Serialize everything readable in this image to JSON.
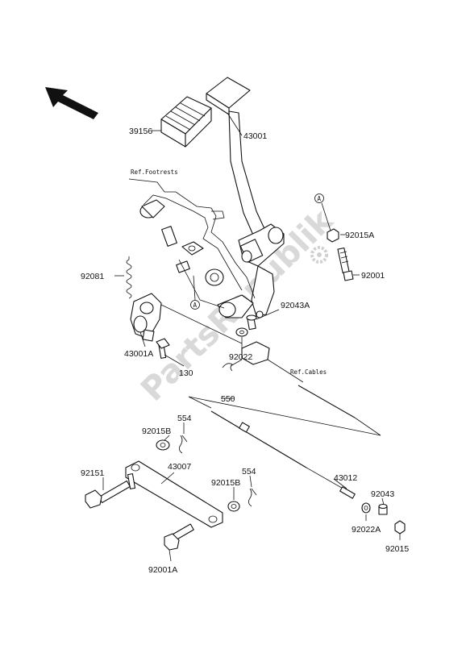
{
  "watermark": "PartsRepublik",
  "parts": {
    "p39156": "39156",
    "p43001": "43001",
    "p92015A": "92015A",
    "p92001": "92001",
    "p92081": "92081",
    "p92043A": "92043A",
    "p43001A": "43001A",
    "p92022": "92022",
    "p130": "130",
    "p550": "550",
    "p554a": "554",
    "p92015B_a": "92015B",
    "p92151": "92151",
    "p43007": "43007",
    "p92015B_b": "92015B",
    "p554b": "554",
    "p43012": "43012",
    "p92043": "92043",
    "p92022A": "92022A",
    "p92015": "92015",
    "p92001A": "92001A"
  },
  "refs": {
    "footrests": "Ref.Footrests",
    "cables": "Ref.Cables"
  },
  "markers": {
    "a1": "A",
    "a2": "A"
  }
}
